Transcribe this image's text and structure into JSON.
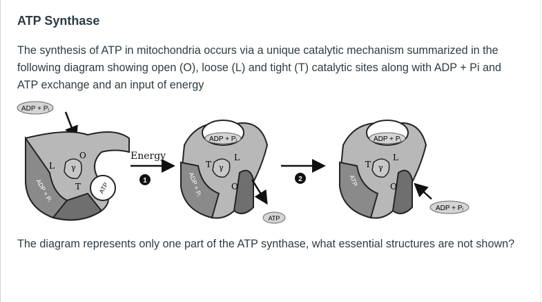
{
  "question": {
    "title": "ATP Synthase",
    "body": "The synthesis of ATP in mitochondria occurs via a unique catalytic mechanism summarized in the following diagram showing open (O), loose (L) and tight (T) catalytic sites along with ADP + Pi and ATP exchange and an input of energy",
    "prompt": "The diagram represents only one part of the ATP synthase, what essential structures are not shown?"
  },
  "diagram": {
    "energy_label": "Energy",
    "step1": "1",
    "step2": "2",
    "site_open": "O",
    "site_loose": "L",
    "site_tight": "T",
    "gamma": "γ",
    "adp_pi": "ADP + Pᵢ",
    "atp": "ATP"
  }
}
